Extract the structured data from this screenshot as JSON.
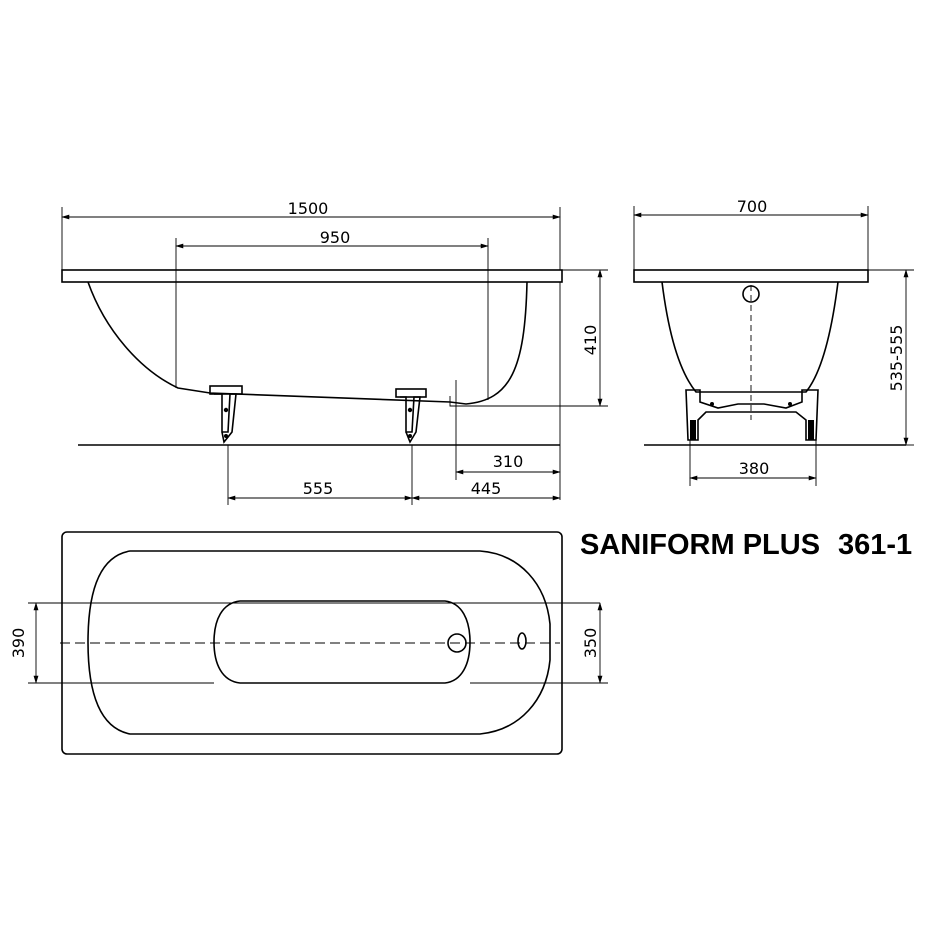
{
  "product": {
    "name": "SANIFORM PLUS",
    "model": "361-1"
  },
  "dimensions": {
    "length": "1500",
    "inner_length": "950",
    "width": "700",
    "depth": "410",
    "height_range": "535-555",
    "foot_spacing_x": "555",
    "foot_to_end": "445",
    "drain_to_end": "310",
    "foot_spacing_y": "380",
    "plan_outer_width": "390",
    "plan_inner_width": "350"
  }
}
